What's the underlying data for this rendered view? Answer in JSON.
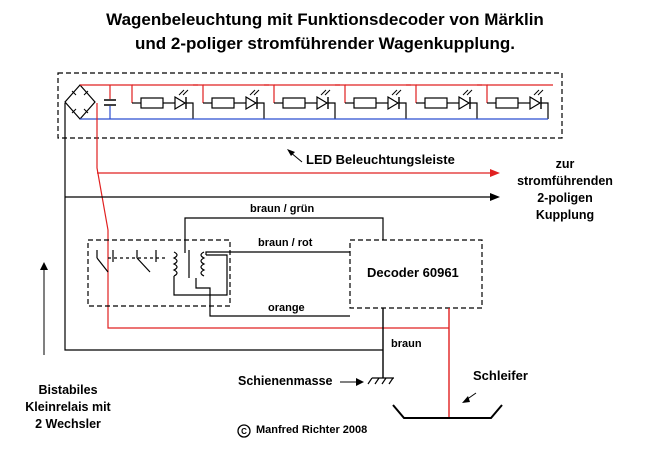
{
  "title": {
    "line1": "Wagenbeleuchtung mit Funktionsdecoder von Märklin",
    "line2": "und 2-poliger stromführender Wagenkupplung."
  },
  "labels": {
    "led_strip": "LED Beleuchtungsleiste",
    "coupling": [
      "zur",
      "stromführenden",
      "2-poligen",
      "Kupplung"
    ],
    "wire_brown_green": "braun / grün",
    "wire_brown_red": "braun / rot",
    "wire_orange": "orange",
    "wire_brown": "braun",
    "decoder": "Decoder 60961",
    "relay": [
      "Bistabiles",
      "Kleinrelais mit",
      "2 Wechsler"
    ],
    "ground": "Schienenmasse",
    "pickup": "Schleifer",
    "copyright": "Manfred Richter 2008"
  },
  "colors": {
    "positive": "#e02020",
    "negative": "#2a4dd0",
    "wire": "#000000"
  }
}
